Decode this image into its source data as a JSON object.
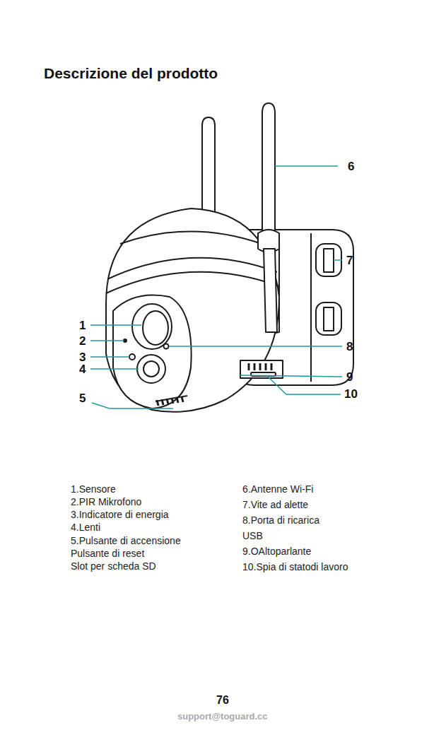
{
  "diagram": {
    "title": "Descrizione del prodotto",
    "labels": [
      "6",
      "7",
      "1",
      "2",
      "8",
      "3",
      "4",
      "9",
      "10",
      "5",
      "1.Sensore",
      "2.PIR Mikrofono",
      "3.Indicatore di energia",
      "4.Lenti",
      "5.Pulsante di accensione",
      "Pulsante di reset",
      "Slot per scheda SD",
      "6.Antenne Wi-Fi",
      "7.Vite ad alette",
      "8.Porta di ricarica",
      "USB",
      "9.OAltoparlante",
      "10.Spia di statodi lavoro",
      "76",
      "support@toguard.cc"
    ]
  }
}
